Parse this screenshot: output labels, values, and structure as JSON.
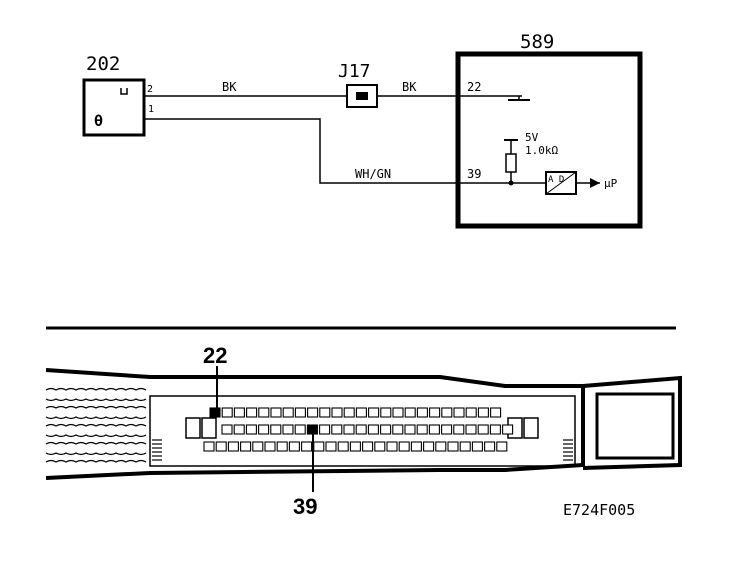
{
  "sensor": {
    "id": "202",
    "pin_top": "2",
    "pin_bottom": "1",
    "symbol": "θ"
  },
  "connector_j17": {
    "id": "J17"
  },
  "ecu": {
    "id": "589",
    "pin_22": "22",
    "pin_39": "39",
    "supply_voltage": "5V",
    "pullup_resistor": "1.0kΩ",
    "adc_label": "A D",
    "output": "μP"
  },
  "wires": {
    "bk_left": "BK",
    "bk_right": "BK",
    "signal": "WH/GN"
  },
  "connector_view": {
    "callout_top": "22",
    "callout_bottom": "39"
  },
  "figure_code": "E724F005"
}
